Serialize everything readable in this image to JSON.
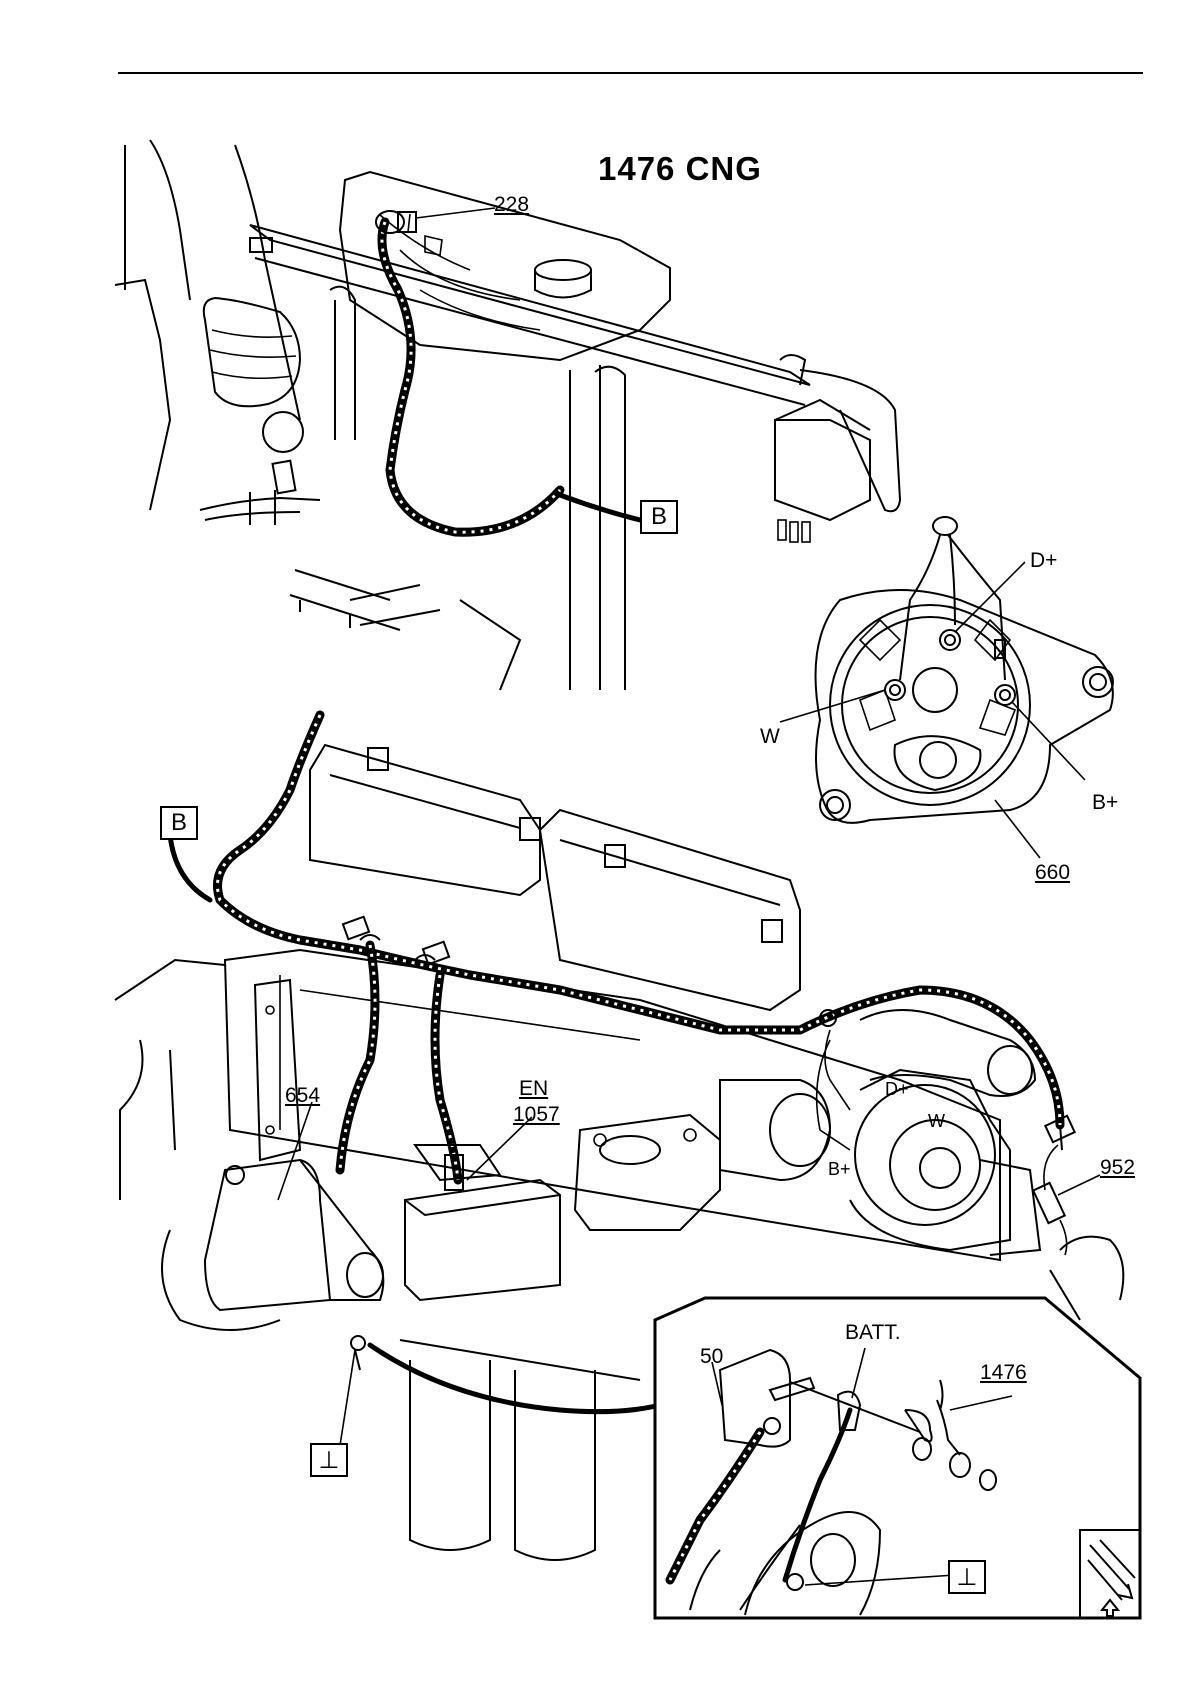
{
  "title": "1476  CNG",
  "labels": {
    "228": "228",
    "d_plus": "D+",
    "w": "W",
    "b_plus": "B+",
    "660": "660",
    "box_b": "B",
    "en": "EN",
    "1057": "1057",
    "654": "654",
    "d_plus_small": "D+",
    "w_small": "W",
    "b_plus_small": "B+",
    "952": "952",
    "ground": "⊥",
    "batt": "BATT.",
    "50": "50",
    "1476": "1476"
  }
}
